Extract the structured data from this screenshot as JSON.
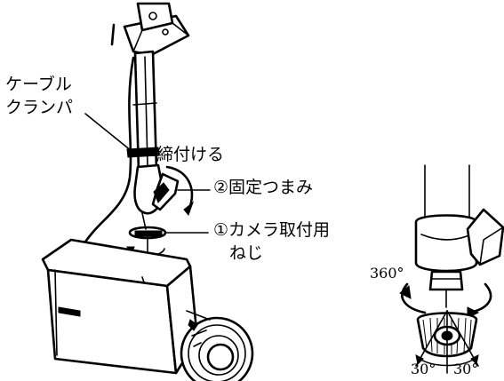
{
  "labels": {
    "cable_clamper_line1": "ケーブル",
    "cable_clamper_line2": "クランパ",
    "tighten": "締付ける",
    "fixing_knob": "②固定つまみ",
    "camera_mount_screw_line1": "①カメラ取付用",
    "camera_mount_screw_line2": "ねじ",
    "pan_angle": "360°",
    "tilt_angle_left": "30°",
    "tilt_angle_right": "30°"
  }
}
